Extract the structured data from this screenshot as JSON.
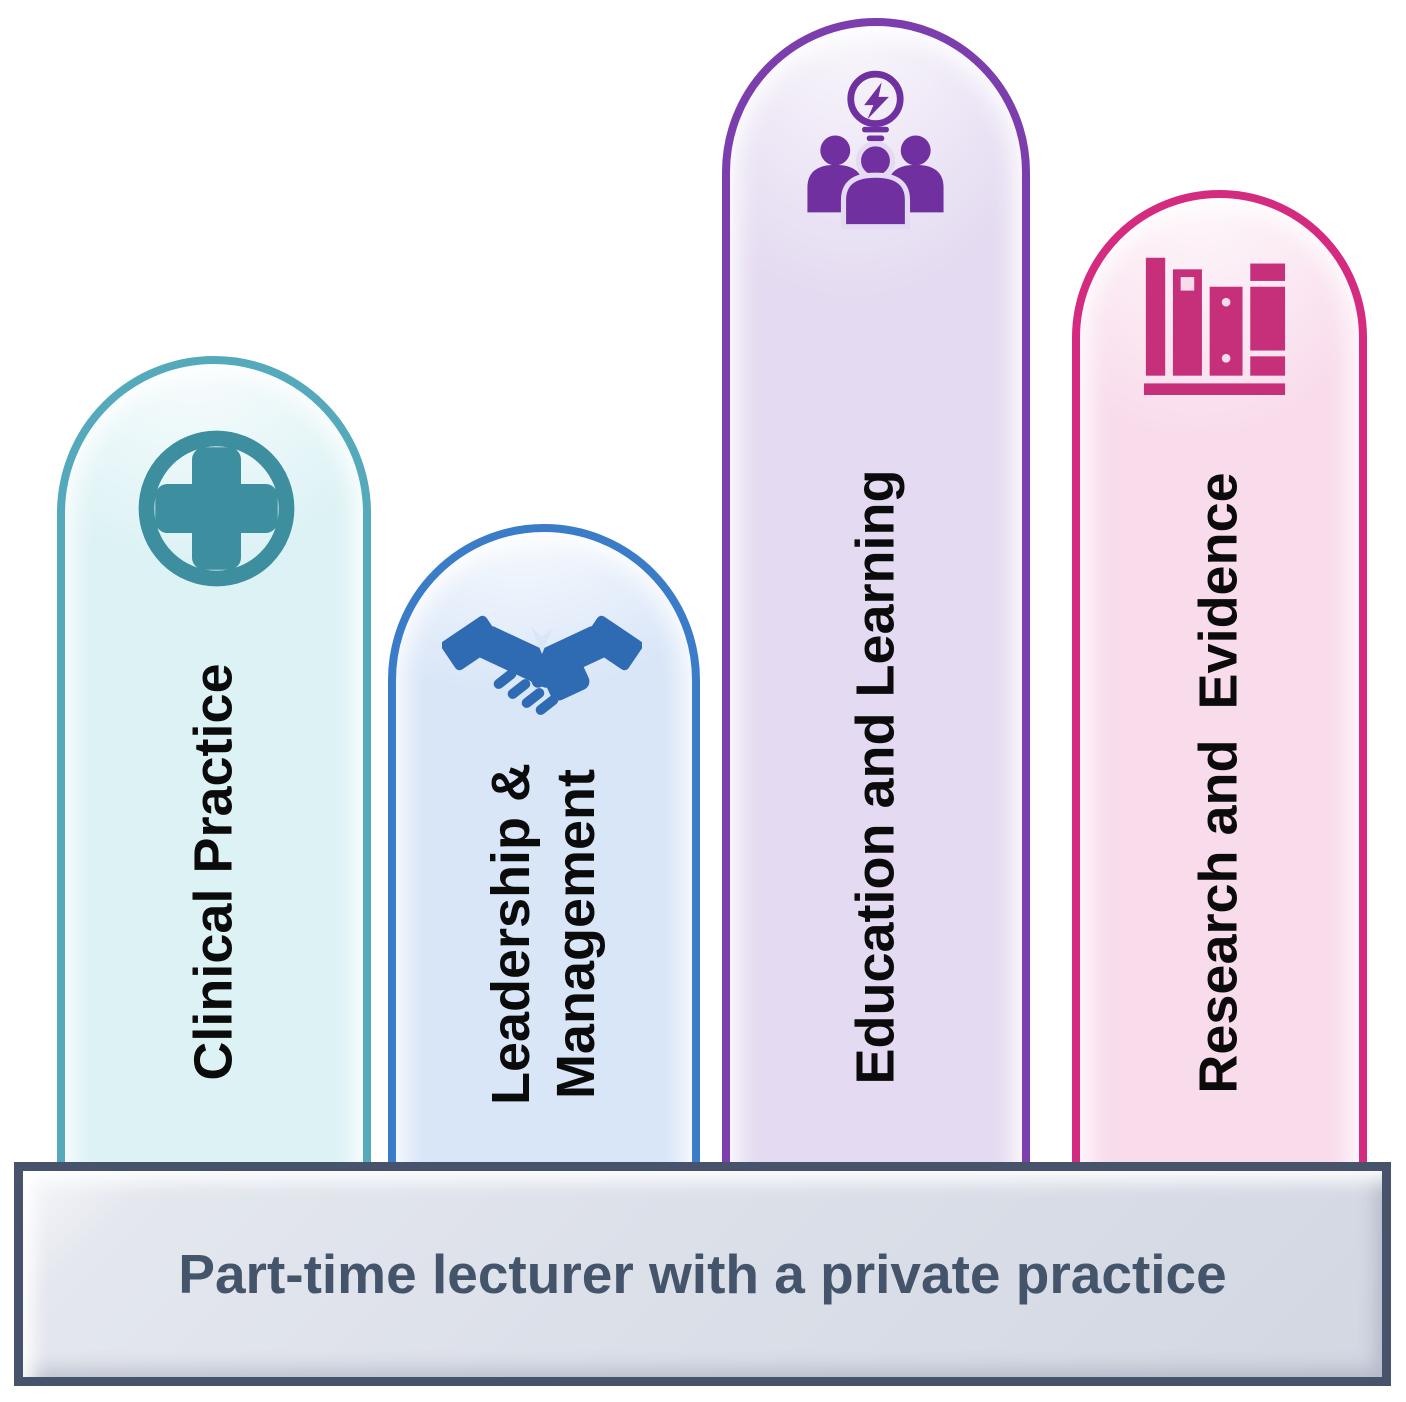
{
  "diagram": {
    "pillars": [
      {
        "label": "Clinical Practice",
        "icon": "medical-cross-icon",
        "fill_color": "#DCF2F5",
        "border_color": "#54A9BA",
        "icon_color": "#3D8E9E"
      },
      {
        "label": "Leadership &\nManagement",
        "icon": "handshake-icon",
        "fill_color": "#D9E6F8",
        "border_color": "#3A7CC8",
        "icon_color": "#2F6BB3"
      },
      {
        "label": "Education and Learning",
        "icon": "team-idea-icon",
        "fill_color": "#E4DAF1",
        "border_color": "#7C3DAD",
        "icon_color": "#7030A0"
      },
      {
        "label": "Research and  Evidence",
        "icon": "bookshelf-icon",
        "fill_color": "#F9DCEC",
        "border_color": "#D42B80",
        "icon_color": "#C62F79"
      }
    ],
    "base": {
      "label": "Part-time lecturer with a private practice",
      "fill_color": "#DCE0E9",
      "border_color": "#47536B",
      "text_color": "#44546A"
    }
  }
}
